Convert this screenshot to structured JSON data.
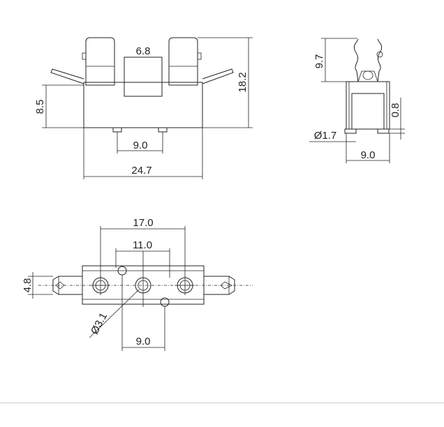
{
  "front_view": {
    "dims": {
      "top_gap": "6.8",
      "height_total": "18.2",
      "body_height": "8.5",
      "pin_spacing": "9.0",
      "width": "24.7"
    }
  },
  "side_view": {
    "dims": {
      "clip_height": "9.7",
      "pin_offset": "0.8",
      "pin_diameter": "Ø1.7",
      "width": "9.0"
    }
  },
  "top_view": {
    "dims": {
      "outer_span": "17.0",
      "inner_span": "11.0",
      "height": "4.8",
      "hole_diameter": "Ø3.1",
      "pin_spacing": "9.0"
    }
  }
}
